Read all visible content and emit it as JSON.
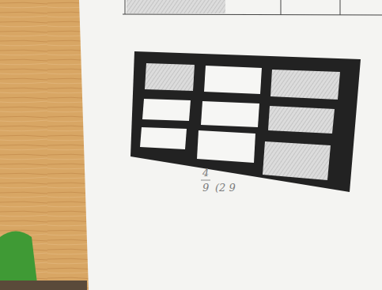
{
  "diagram": {
    "labels": [
      "4",
      "9",
      "(2 9"
    ]
  }
}
